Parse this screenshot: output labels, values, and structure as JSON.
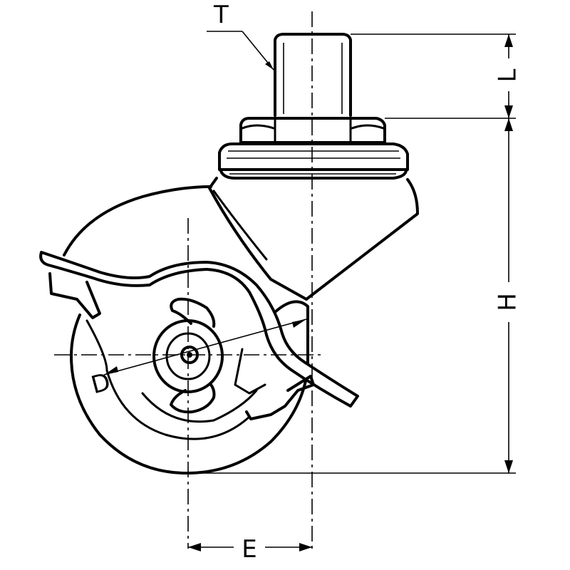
{
  "labels": {
    "T": "T",
    "L": "L",
    "H": "H",
    "D": "D",
    "E": "E"
  }
}
